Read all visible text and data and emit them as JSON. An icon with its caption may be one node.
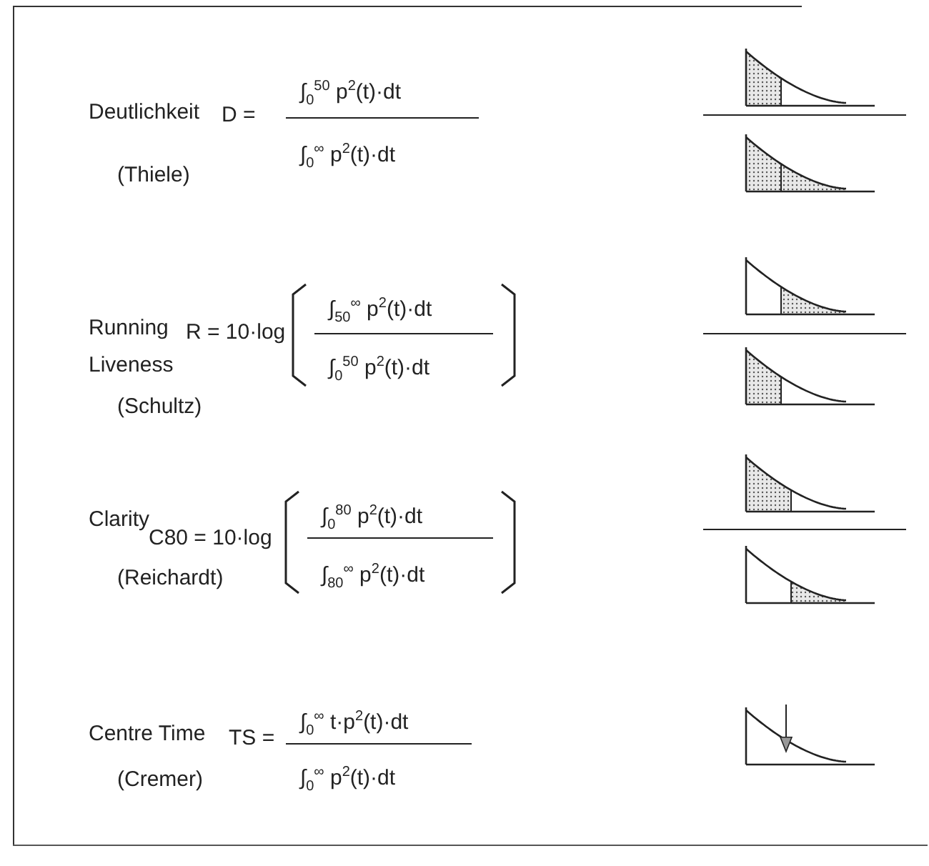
{
  "diagram": {
    "labels": [
      "Deutlichkeit",
      "(Thiele)",
      "D =",
      "∫$_{0}$$^{50}$ p$^{2}$(t)·dt",
      "∫$_{0}$$^{∞}$ p$^{2}$(t)·dt",
      "Running Liveness",
      "(Schultz)",
      "R = 10·log",
      "∫$_{50}$$^{∞}$ p$^{2}$(t)·dt",
      "∫$_{0}$$^{50}$ p$^{2}$(t)·dt",
      "Clarity",
      "(Reichardt)",
      "C80 = 10·log",
      "∫$_{0}$$^{80}$ p$^{2}$(t)·dt",
      "∫$_{80}$$^{∞}$ p$^{2}$(t)·dt",
      "Centre Time",
      "(Cremer)",
      "TS =",
      "∫$_{0}$$^{∞}$ t·p$^{2}$(t)·dt",
      "∫$_{0}$$^{∞}$ p$^{2}$(t)·dt"
    ]
  }
}
